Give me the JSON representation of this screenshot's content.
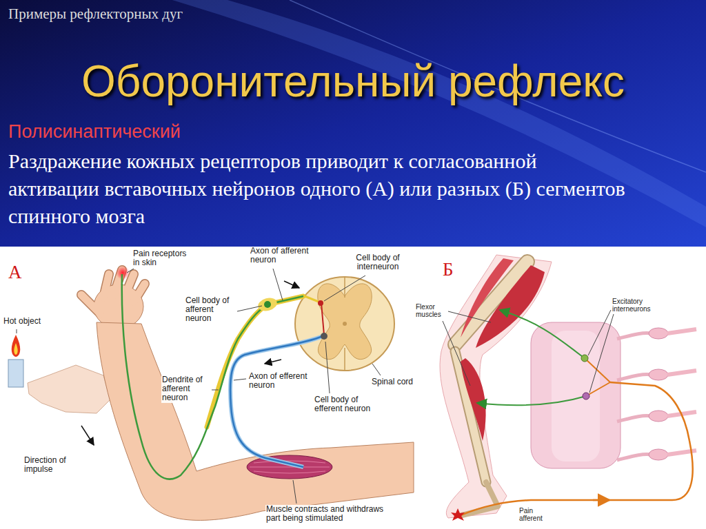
{
  "diagram": {
    "title": "Оборонительный рефлекс",
    "labels": [
      "Примеры рефлекторных дуг",
      "Полисинаптический",
      "Раздражение кожных рецепторов приводит к согласованной активации вставочных нейронов одного (А) или разных (Б) сегментов спинного мозга",
      "А",
      "Pain receptors in skin",
      "Axon of afferent neuron",
      "Cell body of interneuron",
      "Б",
      "Hot object",
      "Cell body of afferent neuron",
      "Flexor muscles",
      "Excitatory interneurons",
      "Dendrite of afferent neuron",
      "Axon of efferent neuron",
      "Spinal cord",
      "Cell body of efferent neuron",
      "Direction of impulse",
      "Muscle contracts and withdraws part being stimulated",
      "Pain afferent"
    ]
  }
}
